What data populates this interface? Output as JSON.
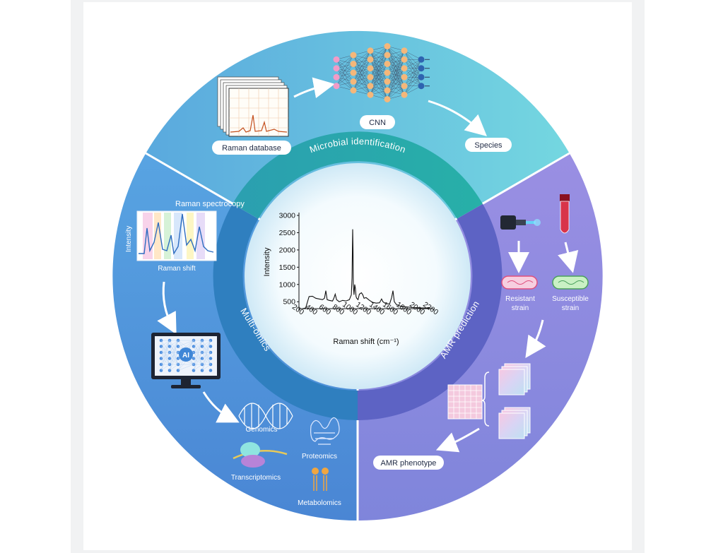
{
  "sections": {
    "top": {
      "ring_label": "Microbial identification",
      "raman_database_label": "Raman database",
      "cnn_label": "CNN",
      "species_label": "Species"
    },
    "left": {
      "ring_label": "Multi-omics",
      "spectroscopy_title": "Raman spectrocopy",
      "intensity_label": "Intensity",
      "raman_shift_label": "Raman shift",
      "ai_label": "AI",
      "genomics_label": "Genomics",
      "proteomics_label": "Proteomics",
      "transcriptomics_label": "Transcriptomics",
      "metabolomics_label": "Metabolomics"
    },
    "right": {
      "ring_label": "AMR prediction",
      "resistant_label_1": "Resistant",
      "resistant_label_2": "strain",
      "susceptible_label_1": "Susceptible",
      "susceptible_label_2": "strain",
      "amr_phenotype_label": "AMR phenotype"
    }
  },
  "colors": {
    "top_sector": "#5cc0dc",
    "left_sector": "#4f95d8",
    "right_sector": "#8a86de",
    "ring_top": "#2aa7a5",
    "ring_left": "#2f7fbf",
    "ring_right": "#5d63c4"
  },
  "chart_data": {
    "type": "line",
    "xlabel": "Raman shift (cm⁻¹)",
    "ylabel": "Intensity",
    "xticks": [
      200,
      400,
      600,
      800,
      1000,
      1200,
      1400,
      1600,
      1800,
      2000,
      2200
    ],
    "yticks": [
      500,
      1000,
      1500,
      2000,
      2500,
      3000
    ],
    "xlim": [
      200,
      2200
    ],
    "ylim": [
      300,
      3000
    ],
    "x": [
      250,
      300,
      350,
      400,
      450,
      500,
      550,
      580,
      600,
      620,
      650,
      700,
      720,
      740,
      760,
      800,
      850,
      900,
      950,
      980,
      990,
      1000,
      1005,
      1010,
      1020,
      1030,
      1040,
      1050,
      1060,
      1080,
      1100,
      1130,
      1150,
      1170,
      1200,
      1250,
      1300,
      1350,
      1400,
      1430,
      1450,
      1480,
      1500,
      1550,
      1580,
      1600,
      1620,
      1650,
      1700,
      1750,
      1800,
      1850,
      1900,
      1950,
      2000,
      2050,
      2100,
      2150
    ],
    "y": [
      300,
      320,
      650,
      660,
      600,
      580,
      560,
      600,
      820,
      560,
      540,
      520,
      600,
      720,
      560,
      500,
      540,
      520,
      560,
      700,
      1200,
      2600,
      2000,
      1000,
      700,
      1000,
      900,
      650,
      600,
      560,
      720,
      760,
      700,
      600,
      620,
      540,
      480,
      460,
      470,
      580,
      500,
      460,
      440,
      440,
      620,
      820,
      500,
      420,
      380,
      360,
      350,
      340,
      330,
      330,
      320,
      320,
      320,
      320
    ]
  }
}
